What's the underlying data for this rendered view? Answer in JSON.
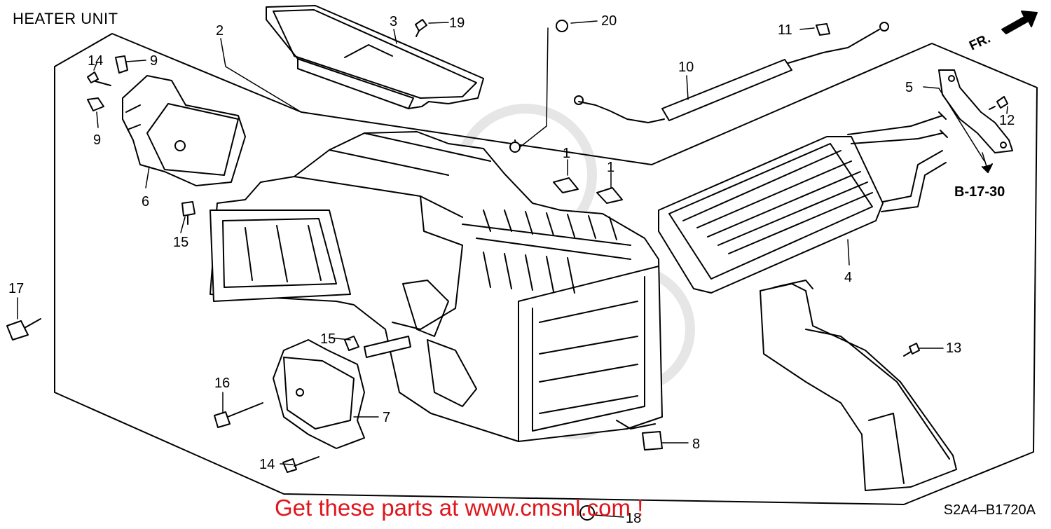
{
  "title": "HEATER UNIT",
  "diagram_code": "S2A4–B1720A",
  "footer": "Get these parts at www.cmsnl.com !",
  "front_marker": "FR.",
  "reference": "B-17-30",
  "part_numbers": {
    "p1a": "1",
    "p1b": "1",
    "p2": "2",
    "p3": "3",
    "p4": "4",
    "p5": "5",
    "p6": "6",
    "p7": "7",
    "p8": "8",
    "p9a": "9",
    "p9b": "9",
    "p10": "10",
    "p11": "11",
    "p12": "12",
    "p13": "13",
    "p14a": "14",
    "p14b": "14",
    "p15a": "15",
    "p15b": "15",
    "p16": "16",
    "p17": "17",
    "p18": "18",
    "p19": "19",
    "p20": "20"
  }
}
